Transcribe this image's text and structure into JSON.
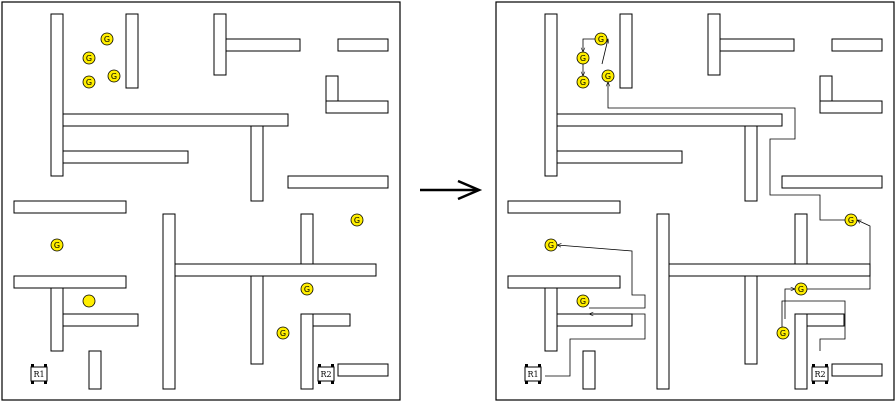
{
  "labels": {
    "goal": "G",
    "robot_1": "R1",
    "robot_2": "R2"
  },
  "goal_fill_color": "#ffee00",
  "transition_icon": "arrow-right-icon"
}
